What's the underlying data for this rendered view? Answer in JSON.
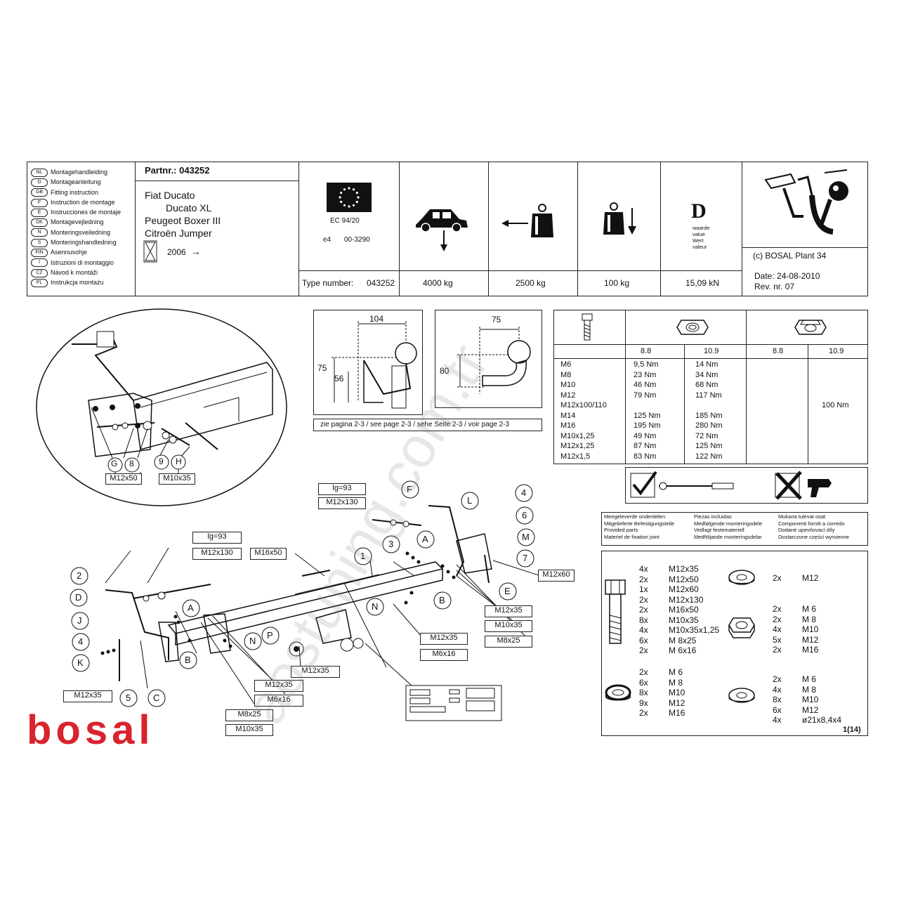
{
  "languages": [
    {
      "code": "NL",
      "label": "Montagehandleiding"
    },
    {
      "code": "D",
      "label": "Montageanleitung"
    },
    {
      "code": "GB",
      "label": "Fitting instruction"
    },
    {
      "code": "F",
      "label": "Instruction de montage"
    },
    {
      "code": "E",
      "label": "Instrucciones de montaje"
    },
    {
      "code": "DK",
      "label": "Montagevejledning"
    },
    {
      "code": "N",
      "label": "Monteringsveiledning"
    },
    {
      "code": "S",
      "label": "Monteringshandledning"
    },
    {
      "code": "FIN",
      "label": "Asennusohje"
    },
    {
      "code": "I",
      "label": "Istruzioni di montaggio"
    },
    {
      "code": "CZ",
      "label": "Návod k montáži"
    },
    {
      "code": "PL",
      "label": "Instrukcja montażu"
    }
  ],
  "header": {
    "partnr": "Partnr.: 043252",
    "vehicles": [
      "Fiat Ducato",
      "Ducato XL",
      "Peugeot Boxer III",
      "Citroën Jumper"
    ],
    "year": "2006",
    "year_arrow": "→",
    "ec": "EC 94/20",
    "e4_label": "e4",
    "e4_number": "00-3290",
    "type_label": "Type number:",
    "type_number": "043252",
    "weight_total": "4000 kg",
    "weight_trailer": "2500 kg",
    "weight_vertical": "100 kg",
    "d_symbol": "D",
    "d_words": [
      "waarde",
      "value",
      "Wert",
      "valeur"
    ],
    "d_value": "15,09 kN",
    "copyright": "(c) BOSAL Plant 34",
    "date": "Date:  24-08-2010",
    "rev": "Rev. nr.  07"
  },
  "dims": {
    "d104": "104",
    "d75a": "75",
    "d56": "56",
    "d75b": "75",
    "d80": "80",
    "see_page": "zie pagina 2-3 / see page 2-3 / sehe Seite 2-3 / voir page 2-3"
  },
  "torque": {
    "grade_88": "8.8",
    "grade_109": "10.9",
    "grade_88b": "8.8",
    "grade_109b": "10.9",
    "rows": [
      {
        "size": "M6",
        "g88": "9,5  Nm",
        "g109": "14  Nm"
      },
      {
        "size": "M8",
        "g88": "23  Nm",
        "g109": "34  Nm"
      },
      {
        "size": "M10",
        "g88": "46  Nm",
        "g109": "68  Nm"
      },
      {
        "size": "M12",
        "g88": "79  Nm",
        "g109": "117 Nm"
      },
      {
        "size": "M12x100/110",
        "g88": "",
        "g109": ""
      },
      {
        "size": "M14",
        "g88": "125 Nm",
        "g109": "185 Nm"
      },
      {
        "size": "M16",
        "g88": "195 Nm",
        "g109": "280 Nm"
      },
      {
        "size": "M10x1,25",
        "g88": "49  Nm",
        "g109": "72  Nm"
      },
      {
        "size": "M12x1,25",
        "g88": "87  Nm",
        "g109": "125 Nm"
      },
      {
        "size": "M12x1,5",
        "g88": "83  Nm",
        "g109": "122 Nm"
      }
    ],
    "special": "100 Nm"
  },
  "supplied": [
    "Meegeleverde onderdelen",
    "Mitgelieferte Befestigungsteile",
    "Provided parts",
    "Materiel de fixation joint",
    "Piezas incluidas",
    "Medfølgende monteringsdele",
    "Vedlagt festemateriell",
    "Medföljande monteringsdelar",
    "Mukana tulevat osat",
    "Componenti forniti a corredo",
    "Dodané upevňovací díly",
    "Dostarczone części wymienne"
  ],
  "parts": {
    "bolts": [
      {
        "q": "4x",
        "s": "M12x35"
      },
      {
        "q": "2x",
        "s": "M12x50"
      },
      {
        "q": "1x",
        "s": "M12x60"
      },
      {
        "q": "2x",
        "s": "M12x130"
      },
      {
        "q": "2x",
        "s": "M16x50"
      },
      {
        "q": "8x",
        "s": "M10x35"
      },
      {
        "q": "4x",
        "s": "M10x35x1,25"
      },
      {
        "q": "6x",
        "s": "M 8x25"
      },
      {
        "q": "2x",
        "s": "M 6x16"
      }
    ],
    "square_nut": {
      "q": "2x",
      "s": "M12"
    },
    "nuts": [
      {
        "q": "2x",
        "s": "M 6"
      },
      {
        "q": "2x",
        "s": "M 8"
      },
      {
        "q": "4x",
        "s": "M10"
      },
      {
        "q": "5x",
        "s": "M12"
      },
      {
        "q": "2x",
        "s": "M16"
      }
    ],
    "spring": [
      {
        "q": "2x",
        "s": "M 6"
      },
      {
        "q": "6x",
        "s": "M 8"
      },
      {
        "q": "8x",
        "s": "M10"
      },
      {
        "q": "9x",
        "s": "M12"
      },
      {
        "q": "2x",
        "s": "M16"
      }
    ],
    "washers": [
      {
        "q": "2x",
        "s": "M 6"
      },
      {
        "q": "4x",
        "s": "M 8"
      },
      {
        "q": "8x",
        "s": "M10"
      },
      {
        "q": "6x",
        "s": "M12"
      },
      {
        "q": "4x",
        "s": "ø21x8,4x4"
      }
    ],
    "page": "1(14)"
  },
  "diagram_labels": {
    "m12x50_top": "M12x50",
    "m10x35_top": "M10x35",
    "lg93a": "lg=93",
    "m12x130a": "M12x130",
    "lg93b": "lg=93",
    "m12x130b": "M12x130",
    "m16x50": "M16x50",
    "m12x60": "M12x60",
    "m12x35_r": "M12x35",
    "m10x35_r": "M10x35",
    "m8x25_r": "M8x25",
    "m12x35_c": "M12x35",
    "m6x16_c": "M6x16",
    "m12x35_c2": "M12x35",
    "m12x35_l": "M12x35",
    "m6x16_l": "M6x16",
    "m8x25_l": "M8x25",
    "m10x35_l": "M10x35",
    "m12x35_ll": "M12x35",
    "c_G": "G",
    "c_8": "8",
    "c_9": "9",
    "c_H": "H",
    "c_F": "F",
    "c_L": "L",
    "c_4r": "4",
    "c_6": "6",
    "c_M": "M",
    "c_7": "7",
    "c_E": "E",
    "c_3": "3",
    "c_Ar": "A",
    "c_Br": "B",
    "c_1": "1",
    "c_N": "N",
    "c_2": "2",
    "c_D": "D",
    "c_J": "J",
    "c_4l": "4",
    "c_K": "K",
    "c_5": "5",
    "c_C": "C",
    "c_Al": "A",
    "c_Bl": "B",
    "c_Nl": "N",
    "c_P": "P"
  },
  "brand": {
    "logo": "bosal",
    "color": "#d9232d"
  },
  "watermark": "aostuning.com.tr"
}
